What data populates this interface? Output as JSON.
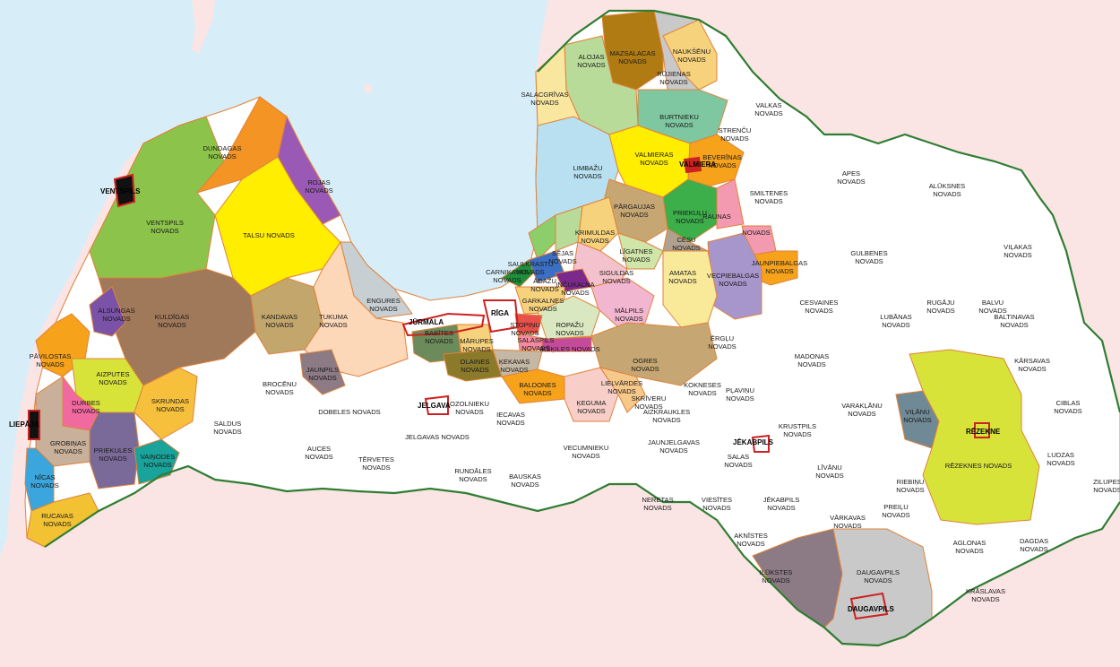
{
  "colors": {
    "sea": "#d7eef8",
    "neighbor": "#fbe4e4",
    "land": "#ffffff",
    "municipality_border": "#e0823a",
    "state_border": "#2f7d32",
    "city_outline": "#cc2222"
  },
  "cities": [
    {
      "id": "ventspils",
      "name": "VENTSPILS"
    },
    {
      "id": "liepaja",
      "name": "LIEPĀJA"
    },
    {
      "id": "jurmala",
      "name": "JŪRMALA"
    },
    {
      "id": "riga",
      "name": "RĪGA"
    },
    {
      "id": "jelgava",
      "name": "JELGAVA"
    },
    {
      "id": "valmiera",
      "name": "VALMIERA"
    },
    {
      "id": "jekabpils",
      "name": "JĒKABPILS"
    },
    {
      "id": "rezekne",
      "name": "RĒZEKNE"
    },
    {
      "id": "daugavpils",
      "name": "DAUGAVPILS"
    }
  ],
  "regions": [
    {
      "id": "mazsalacas",
      "line1": "MAZSALACAS",
      "line2": "NOVADS",
      "color": "#b07b12"
    },
    {
      "id": "naukseni",
      "line1": "NAUKŠĒNU",
      "line2": "NOVADS",
      "color": "#f6d27c"
    },
    {
      "id": "rujienas",
      "line1": "RŪJIENAS",
      "line2": "NOVADS",
      "color": "#c9c9c9"
    },
    {
      "id": "alojas",
      "line1": "ALOJAS",
      "line2": "NOVADS",
      "color": "#b9db9a"
    },
    {
      "id": "salacgrivas",
      "line1": "SALACGRĪVAS",
      "line2": "NOVADS",
      "color": "#f9e7a0"
    },
    {
      "id": "burtnieku",
      "line1": "BURTNIEKU",
      "line2": "NOVADS",
      "color": "#7fc7a0"
    },
    {
      "id": "valkas",
      "line1": "VALKAS",
      "line2": "NOVADS",
      "color": "#ffffff"
    },
    {
      "id": "strencu",
      "line1": "STRENČU",
      "line2": "NOVADS",
      "color": "#ffffff"
    },
    {
      "id": "limbazu",
      "line1": "LIMBAŽU",
      "line2": "NOVADS",
      "color": "#b8e0f0"
    },
    {
      "id": "valmieras",
      "line1": "VALMIERAS",
      "line2": "NOVADS",
      "color": "#ffee00"
    },
    {
      "id": "beverinas",
      "line1": "BEVERĪNAS",
      "line2": "NOVADS",
      "color": "#f6a21b"
    },
    {
      "id": "apes",
      "line1": "APES",
      "line2": "NOVADS",
      "color": "#ffffff"
    },
    {
      "id": "aluksnes",
      "line1": "ALŪKSNES",
      "line2": "NOVADS",
      "color": "#ffffff"
    },
    {
      "id": "smiltenes",
      "line1": "SMILTENES",
      "line2": "NOVADS",
      "color": "#ffffff"
    },
    {
      "id": "pargaujas",
      "line1": "PĀRGAUJAS",
      "line2": "NOVADS",
      "color": "#c6a774"
    },
    {
      "id": "priekulu",
      "line1": "PRIEKUĻU",
      "line2": "NOVADS",
      "color": "#3cae4a"
    },
    {
      "id": "raunas",
      "line1": "RAUNAS",
      "line2": "",
      "color": "#f39ab0"
    },
    {
      "id": "novads_small",
      "line1": "NOVADS",
      "line2": "",
      "color": "#f39ab0"
    },
    {
      "id": "jaunpiebalgas",
      "line1": "JAUNPIEBALGAS",
      "line2": "NOVADS",
      "color": "#f6a21b"
    },
    {
      "id": "gulbenes",
      "line1": "GULBENES",
      "line2": "NOVADS",
      "color": "#ffffff"
    },
    {
      "id": "vilakas",
      "line1": "VIĻAKAS",
      "line2": "NOVADS",
      "color": "#ffffff"
    },
    {
      "id": "krimuldas",
      "line1": "KRIMULDAS",
      "line2": "NOVADS",
      "color": "#f6d27c"
    },
    {
      "id": "cesu",
      "line1": "CĒSU",
      "line2": "NOVADS",
      "color": "#b0a090"
    },
    {
      "id": "ligatnes",
      "line1": "LĪGATNES",
      "line2": "NOVADS",
      "color": "#cfe6a8"
    },
    {
      "id": "saulkrastu",
      "line1": "SAULKRASTU",
      "line2": "NOVADS",
      "color": "#8ccf6a"
    },
    {
      "id": "sejas",
      "line1": "SĒJAS",
      "line2": "NOVADS",
      "color": "#b9db9a"
    },
    {
      "id": "carnikavas",
      "line1": "CARNIKAVAS",
      "line2": "NOVADS",
      "color": "#1e8f3a"
    },
    {
      "id": "adazu",
      "line1": "ĀDAŽU",
      "line2": "NOVADS",
      "color": "#3a6fc4"
    },
    {
      "id": "incukalna",
      "line1": "INČUKALNA",
      "line2": "NOVADS",
      "color": "#7b2a8c"
    },
    {
      "id": "siguldas",
      "line1": "SIGULDAS",
      "line2": "NOVADS",
      "color": "#f3c2cc"
    },
    {
      "id": "amatas",
      "line1": "AMATAS",
      "line2": "NOVADS",
      "color": "#f9ea9a"
    },
    {
      "id": "vecpiebalgas",
      "line1": "VECPIEBALGAS",
      "line2": "NOVADS",
      "color": "#a796cc"
    },
    {
      "id": "cesvaines",
      "line1": "CESVAINES",
      "line2": "NOVADS",
      "color": "#ffffff"
    },
    {
      "id": "lubanas",
      "line1": "LUBĀNAS",
      "line2": "NOVADS",
      "color": "#ffffff"
    },
    {
      "id": "rugaju",
      "line1": "RUGĀJU",
      "line2": "NOVADS",
      "color": "#ffffff"
    },
    {
      "id": "balvu",
      "line1": "BALVU",
      "line2": "NOVADS",
      "color": "#ffffff"
    },
    {
      "id": "baltinavas",
      "line1": "BALTINAVAS",
      "line2": "NOVADS",
      "color": "#ffffff"
    },
    {
      "id": "dundagas",
      "line1": "DUNDAGAS",
      "line2": "NOVADS",
      "color": "#f39424"
    },
    {
      "id": "rojas",
      "line1": "ROJAS",
      "line2": "NOVADS",
      "color": "#9b59b6"
    },
    {
      "id": "ventspils_nov",
      "line1": "VENTSPILS",
      "line2": "NOVADS",
      "color": "#8cc34a"
    },
    {
      "id": "talsu",
      "line1": "TALSU NOVADS",
      "line2": "",
      "color": "#ffee00"
    },
    {
      "id": "engures",
      "line1": "ENGURES",
      "line2": "NOVADS",
      "color": "#c8cfd2"
    },
    {
      "id": "kandavas",
      "line1": "KANDAVAS",
      "line2": "NOVADS",
      "color": "#c2a66c"
    },
    {
      "id": "tukuma",
      "line1": "TUKUMA",
      "line2": "NOVADS",
      "color": "#fcd7b8"
    },
    {
      "id": "kuldigas",
      "line1": "KULDĪGAS",
      "line2": "NOVADS",
      "color": "#a0785a"
    },
    {
      "id": "alsungas",
      "line1": "ALSUNGAS",
      "line2": "NOVADS",
      "color": "#7a52a8"
    },
    {
      "id": "pavilostas",
      "line1": "PĀVILOSTAS",
      "line2": "NOVADS",
      "color": "#f6a21b"
    },
    {
      "id": "aizputes",
      "line1": "AIZPUTES",
      "line2": "NOVADS",
      "color": "#d8e33a"
    },
    {
      "id": "durbes",
      "line1": "DURBES",
      "line2": "NOVADS",
      "color": "#f06aa0"
    },
    {
      "id": "skrundas",
      "line1": "SKRUNDAS",
      "line2": "NOVADS",
      "color": "#f6c03c"
    },
    {
      "id": "grobinas",
      "line1": "GROBIŅAS",
      "line2": "NOVADS",
      "color": "#c8b09a"
    },
    {
      "id": "priekules",
      "line1": "PRIEKULES",
      "line2": "NOVADS",
      "color": "#7a6a9a"
    },
    {
      "id": "vainodes",
      "line1": "VAIŅODES",
      "line2": "NOVADS",
      "color": "#1aa39a"
    },
    {
      "id": "nicas",
      "line1": "NĪCAS",
      "line2": "NOVADS",
      "color": "#3aa6dd"
    },
    {
      "id": "rucavas",
      "line1": "RUCAVAS",
      "line2": "NOVADS",
      "color": "#f2c233"
    },
    {
      "id": "saldus",
      "line1": "SALDUS",
      "line2": "NOVADS",
      "color": "#ffffff"
    },
    {
      "id": "brocenu",
      "line1": "BROCĒNU",
      "line2": "NOVADS",
      "color": "#ffffff"
    },
    {
      "id": "jaunpils",
      "line1": "JAUNPILS",
      "line2": "NOVADS",
      "color": "#8c7a84"
    },
    {
      "id": "dobeles",
      "line1": "DOBELES NOVADS",
      "line2": "",
      "color": "#ffffff"
    },
    {
      "id": "auces",
      "line1": "AUCES",
      "line2": "NOVADS",
      "color": "#ffffff"
    },
    {
      "id": "tervetes",
      "line1": "TĒRVETES",
      "line2": "NOVADS",
      "color": "#ffffff"
    },
    {
      "id": "jelgavas",
      "line1": "JELGAVAS NOVADS",
      "line2": "",
      "color": "#ffffff"
    },
    {
      "id": "babites",
      "line1": "BABĪTES",
      "line2": "NOVADS",
      "color": "#6b8b5a"
    },
    {
      "id": "marupes",
      "line1": "MĀRUPES",
      "line2": "NOVADS",
      "color": "#f6d27c"
    },
    {
      "id": "olaines",
      "line1": "OLAINES",
      "line2": "NOVADS",
      "color": "#8a7a2a"
    },
    {
      "id": "kekavas",
      "line1": "ĶEKAVAS",
      "line2": "NOVADS",
      "color": "#c4b8a4"
    },
    {
      "id": "garkalnes",
      "line1": "GARKALNES",
      "line2": "NOVADS",
      "color": "#f6d27c"
    },
    {
      "id": "ropazu",
      "line1": "ROPAŽU",
      "line2": "NOVADS",
      "color": "#d9e8c0"
    },
    {
      "id": "stopinu",
      "line1": "STOPIŅU",
      "line2": "NOVADS",
      "color": "#e8504a"
    },
    {
      "id": "salaspils",
      "line1": "SALASPILS",
      "line2": "NOVADS",
      "color": "#f38aa0"
    },
    {
      "id": "ikskiles",
      "line1": "IKŠĶILES NOVADS",
      "line2": "",
      "color": "#c44a9a"
    },
    {
      "id": "malpils",
      "line1": "MĀLPILS",
      "line2": "NOVADS",
      "color": "#f3b6d0"
    },
    {
      "id": "ogres",
      "line1": "OGRES",
      "line2": "NOVADS",
      "color": "#c6a774"
    },
    {
      "id": "erglu",
      "line1": "ĒRGĻU",
      "line2": "NOVADS",
      "color": "#ffffff"
    },
    {
      "id": "madonas",
      "line1": "MADONAS",
      "line2": "NOVADS",
      "color": "#ffffff"
    },
    {
      "id": "karsavas",
      "line1": "KĀRSAVAS",
      "line2": "NOVADS",
      "color": "#ffffff"
    },
    {
      "id": "baldones",
      "line1": "BALDONES",
      "line2": "NOVADS",
      "color": "#f6a21b"
    },
    {
      "id": "kegums",
      "line1": "ĶEGUMA",
      "line2": "NOVADS",
      "color": "#f8cfc8"
    },
    {
      "id": "lielvardes",
      "line1": "LIELVĀRDES",
      "line2": "NOVADS",
      "color": "#f6c88a"
    },
    {
      "id": "skriveru",
      "line1": "SKRĪVERU",
      "line2": "NOVADS",
      "color": "#ffffff"
    },
    {
      "id": "aizkraukles",
      "line1": "AIZKRAUKLES",
      "line2": "NOVADS",
      "color": "#ffffff"
    },
    {
      "id": "kokneses",
      "line1": "KOKNESES",
      "line2": "NOVADS",
      "color": "#ffffff"
    },
    {
      "id": "plavinu",
      "line1": "PĻAVIŅU",
      "line2": "NOVADS",
      "color": "#ffffff"
    },
    {
      "id": "ozolnieku",
      "line1": "OZOLNIEKU",
      "line2": "NOVADS",
      "color": "#ffffff"
    },
    {
      "id": "iecavas",
      "line1": "IECAVAS",
      "line2": "NOVADS",
      "color": "#ffffff"
    },
    {
      "id": "vecumnieku",
      "line1": "VECUMNIEKU",
      "line2": "NOVADS",
      "color": "#ffffff"
    },
    {
      "id": "rundales",
      "line1": "RUNDĀLES",
      "line2": "NOVADS",
      "color": "#ffffff"
    },
    {
      "id": "bauskas",
      "line1": "BAUSKAS",
      "line2": "NOVADS",
      "color": "#ffffff"
    },
    {
      "id": "jaunjelgavas",
      "line1": "JAUNJELGAVAS",
      "line2": "NOVADS",
      "color": "#ffffff"
    },
    {
      "id": "krustpils",
      "line1": "KRUSTPILS",
      "line2": "NOVADS",
      "color": "#ffffff"
    },
    {
      "id": "varaklanu",
      "line1": "VARAKĻĀNU",
      "line2": "NOVADS",
      "color": "#ffffff"
    },
    {
      "id": "vilanu",
      "line1": "VIĻĀNU",
      "line2": "NOVADS",
      "color": "#6f8a96"
    },
    {
      "id": "rezeknes",
      "line1": "RĒZEKNES NOVADS",
      "line2": "",
      "color": "#d8e33a"
    },
    {
      "id": "ciblas",
      "line1": "CIBLAS",
      "line2": "NOVADS",
      "color": "#ffffff"
    },
    {
      "id": "ludzas",
      "line1": "LUDZAS",
      "line2": "NOVADS",
      "color": "#ffffff"
    },
    {
      "id": "zilupes",
      "line1": "ZILUPES",
      "line2": "NOVADS",
      "color": "#ffffff"
    },
    {
      "id": "salas",
      "line1": "SALAS",
      "line2": "NOVADS",
      "color": "#ffffff"
    },
    {
      "id": "livanu",
      "line1": "LĪVĀNU",
      "line2": "NOVADS",
      "color": "#ffffff"
    },
    {
      "id": "neretas",
      "line1": "NERETAS",
      "line2": "NOVADS",
      "color": "#ffffff"
    },
    {
      "id": "viesites",
      "line1": "VIESĪTES",
      "line2": "NOVADS",
      "color": "#ffffff"
    },
    {
      "id": "jekabpils_nov",
      "line1": "JĒKABPILS",
      "line2": "NOVADS",
      "color": "#ffffff"
    },
    {
      "id": "riebinu",
      "line1": "RIEBIŅU",
      "line2": "NOVADS",
      "color": "#ffffff"
    },
    {
      "id": "preilu",
      "line1": "PREIĻU",
      "line2": "NOVADS",
      "color": "#ffffff"
    },
    {
      "id": "varkavas",
      "line1": "VĀRKAVAS",
      "line2": "NOVADS",
      "color": "#ffffff"
    },
    {
      "id": "aknistes",
      "line1": "AKNĪSTES",
      "line2": "NOVADS",
      "color": "#ffffff"
    },
    {
      "id": "aglonas",
      "line1": "AGLONAS",
      "line2": "NOVADS",
      "color": "#ffffff"
    },
    {
      "id": "dagdas",
      "line1": "DAGDAS",
      "line2": "NOVADS",
      "color": "#ffffff"
    },
    {
      "id": "kraslavas",
      "line1": "KRĀSLAVAS",
      "line2": "NOVADS",
      "color": "#ffffff"
    },
    {
      "id": "ilukstes",
      "line1": "ILŪKSTES",
      "line2": "NOVADS",
      "color": "#8c7a84"
    },
    {
      "id": "daugavpils_nov",
      "line1": "DAUGAVPILS",
      "line2": "NOVADS",
      "color": "#c9c9c9"
    }
  ]
}
